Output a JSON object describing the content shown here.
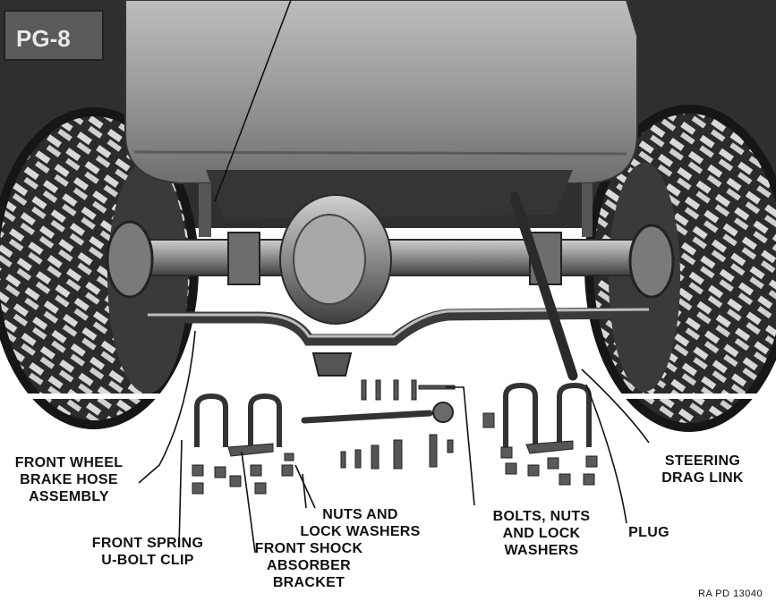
{
  "labels": {
    "front_wheel_brake_hose": "FRONT WHEEL\nBRAKE HOSE\nASSEMBLY",
    "front_spring_u_bolt_clip": "FRONT SPRING\nU-BOLT CLIP",
    "front_shock_absorber_bracket": "FRONT SHOCK\nABSORBER\nBRACKET",
    "nuts_and_lock_washers": "NUTS AND\nLOCK WASHERS",
    "bolts_nuts_lock_washers": "BOLTS, NUTS\nAND LOCK\nWASHERS",
    "plug": "PLUG",
    "steering_drag_link": "STEERING\nDRAG LINK"
  },
  "plate_text": "PG-8",
  "reference_code": "RA PD 13040",
  "colors": {
    "ink": "#111111",
    "photo_dark": "#2a2a2a",
    "photo_mid": "#8c8c8c",
    "photo_light": "#d8d8d8"
  }
}
